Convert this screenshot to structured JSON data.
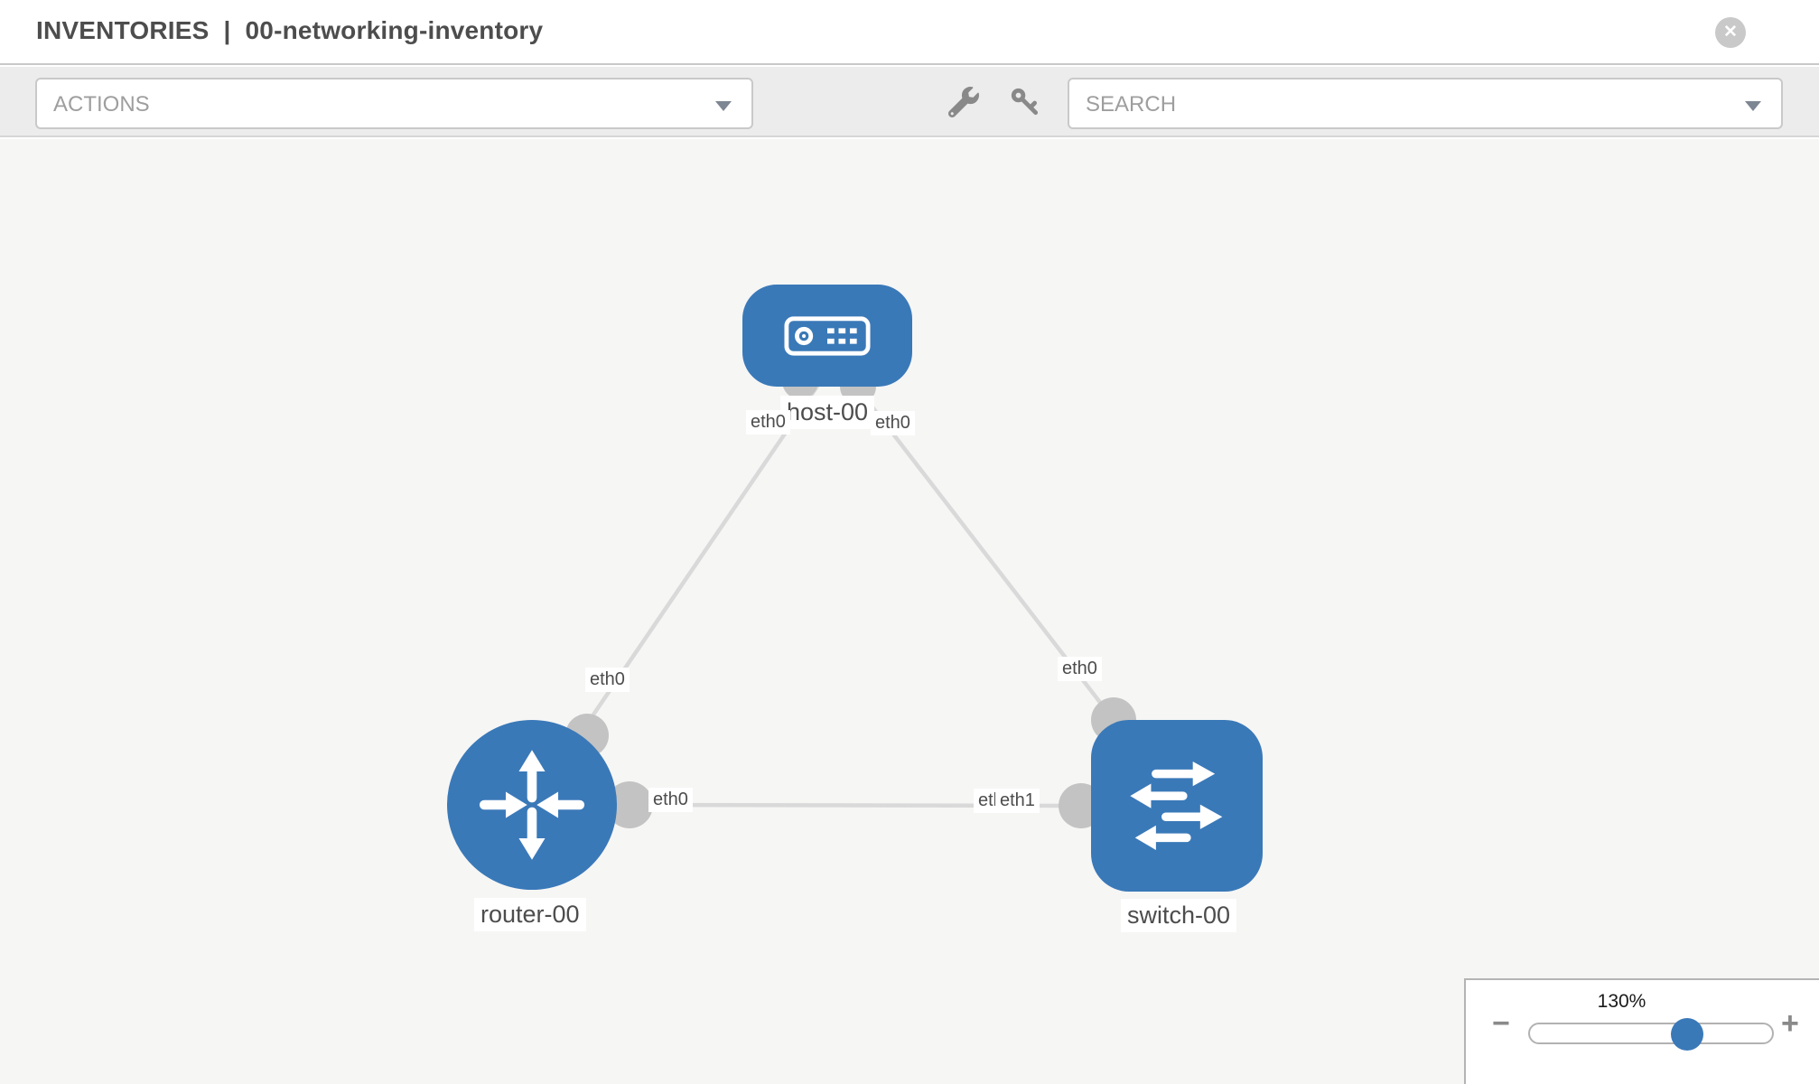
{
  "header": {
    "section": "INVENTORIES",
    "separator": "|",
    "inventory_name": "00-networking-inventory"
  },
  "toolbar": {
    "actions_label": "ACTIONS",
    "search_label": "SEARCH",
    "tools": [
      {
        "icon": "wrench-icon"
      },
      {
        "icon": "key-icon"
      }
    ]
  },
  "icons": {
    "close": "✕",
    "zoom_out": "−",
    "zoom_in": "+"
  },
  "topology": {
    "nodes": [
      {
        "id": "host-00",
        "type": "host",
        "label": "host-00"
      },
      {
        "id": "router-00",
        "type": "router",
        "label": "router-00"
      },
      {
        "id": "switch-00",
        "type": "switch",
        "label": "switch-00"
      }
    ],
    "links": [
      {
        "from": "host-00",
        "to": "router-00",
        "from_if": "eth0",
        "to_if": "eth0"
      },
      {
        "from": "host-00",
        "to": "switch-00",
        "from_if": "eth0",
        "to_if": "eth0"
      },
      {
        "from": "router-00",
        "to": "switch-00",
        "from_if": "eth0",
        "to_if": "eth1",
        "to_if_hidden": "eth0"
      }
    ]
  },
  "zoom_control": {
    "level": "130%"
  },
  "colors": {
    "node_blue": "#3a79b8",
    "link_gray": "#d9d9d9",
    "endpoint_gray": "#c3c3c3",
    "canvas_bg": "#f6f6f5",
    "toolbar_bg": "#ececec"
  }
}
